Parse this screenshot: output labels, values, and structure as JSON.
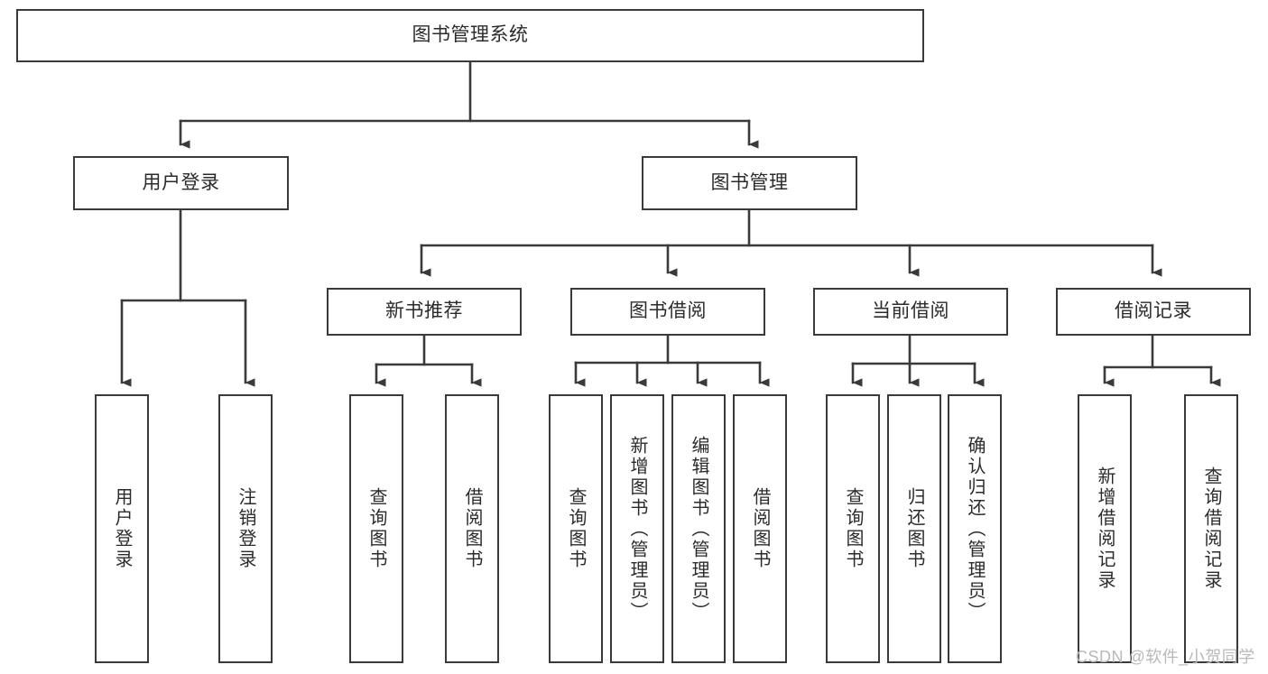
{
  "diagram": {
    "type": "tree-hierarchy-chart",
    "title": "图书管理系统",
    "root": {
      "label": "图书管理系统"
    },
    "level2": [
      {
        "id": "user-login",
        "label": "用户登录"
      },
      {
        "id": "book-management",
        "label": "图书管理"
      }
    ],
    "level3": [
      {
        "id": "new-book-recommend",
        "label": "新书推荐",
        "parent": "book-management"
      },
      {
        "id": "book-borrow",
        "label": "图书借阅",
        "parent": "book-management"
      },
      {
        "id": "current-borrow",
        "label": "当前借阅",
        "parent": "book-management"
      },
      {
        "id": "borrow-record",
        "label": "借阅记录",
        "parent": "book-management"
      }
    ],
    "leaves": [
      {
        "id": "leaf-user-login",
        "label": "用户登录",
        "parent": "user-login"
      },
      {
        "id": "leaf-logout-login",
        "label": "注销登录",
        "parent": "user-login"
      },
      {
        "id": "leaf-query-book-1",
        "label": "查询图书",
        "parent": "new-book-recommend"
      },
      {
        "id": "leaf-borrow-book-1",
        "label": "借阅图书",
        "parent": "new-book-recommend"
      },
      {
        "id": "leaf-query-book-2",
        "label": "查询图书",
        "parent": "book-borrow"
      },
      {
        "id": "leaf-add-book",
        "label": "新增图书（管理员）",
        "parent": "book-borrow"
      },
      {
        "id": "leaf-edit-book",
        "label": "编辑图书（管理员）",
        "parent": "book-borrow"
      },
      {
        "id": "leaf-borrow-book-2",
        "label": "借阅图书",
        "parent": "book-borrow"
      },
      {
        "id": "leaf-query-book-3",
        "label": "查询图书",
        "parent": "current-borrow"
      },
      {
        "id": "leaf-return-book",
        "label": "归还图书",
        "parent": "current-borrow"
      },
      {
        "id": "leaf-confirm-return",
        "label": "确认归还（管理员）",
        "parent": "current-borrow"
      },
      {
        "id": "leaf-add-record",
        "label": "新增借阅记录",
        "parent": "borrow-record"
      },
      {
        "id": "leaf-query-record",
        "label": "查询借阅记录",
        "parent": "borrow-record"
      }
    ],
    "colors": {
      "stroke": "#3a3a3a",
      "text": "#2b2b2b",
      "background": "#ffffff",
      "watermark": "#b9b9b9"
    }
  },
  "watermark": {
    "text": "CSDN @软件_小贺同学"
  }
}
